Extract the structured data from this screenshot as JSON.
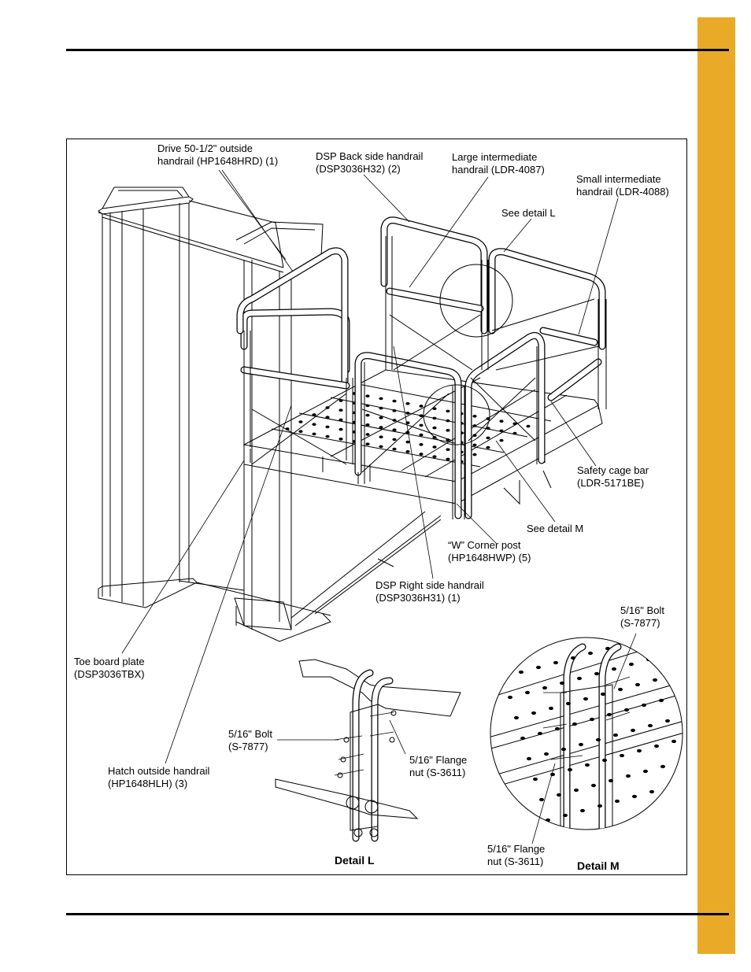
{
  "labels": {
    "drive_outside": [
      "Drive 50-1/2\" outside",
      "handrail (HP1648HRD) (1)"
    ],
    "back_side": [
      "DSP Back side handrail",
      "(DSP3036H32) (2)"
    ],
    "large_intermediate": [
      "Large intermediate",
      "handrail (LDR-4087)"
    ],
    "small_intermediate": [
      "Small intermediate",
      "handrail (LDR-4088)"
    ],
    "see_detail_l": "See detail L",
    "safety_cage": [
      "Safety cage bar",
      "(LDR-5171BE)"
    ],
    "see_detail_m": "See detail M",
    "corner_post": [
      "“W” Corner post",
      "(HP1648HWP) (5)"
    ],
    "right_side": [
      "DSP Right side handrail",
      "(DSP3036H31) (1)"
    ],
    "toe_board": [
      "Toe board plate",
      "(DSP3036TBX)"
    ],
    "hatch_outside": [
      "Hatch outside handrail",
      "(HP1648HLH) (3)"
    ],
    "detail_l_bolt": [
      "5/16\" Bolt",
      "(S-7877)"
    ],
    "detail_l_nut": [
      "5/16\" Flange",
      "nut (S-3611)"
    ],
    "detail_l_title": "Detail L",
    "detail_m_bolt": [
      "5/16\" Bolt",
      "(S-7877)"
    ],
    "detail_m_nut": [
      "5/16\" Flange",
      "nut (S-3611)"
    ],
    "detail_m_title": "Detail M"
  },
  "colors": {
    "tab": "#e9ab27",
    "line": "#000000"
  }
}
